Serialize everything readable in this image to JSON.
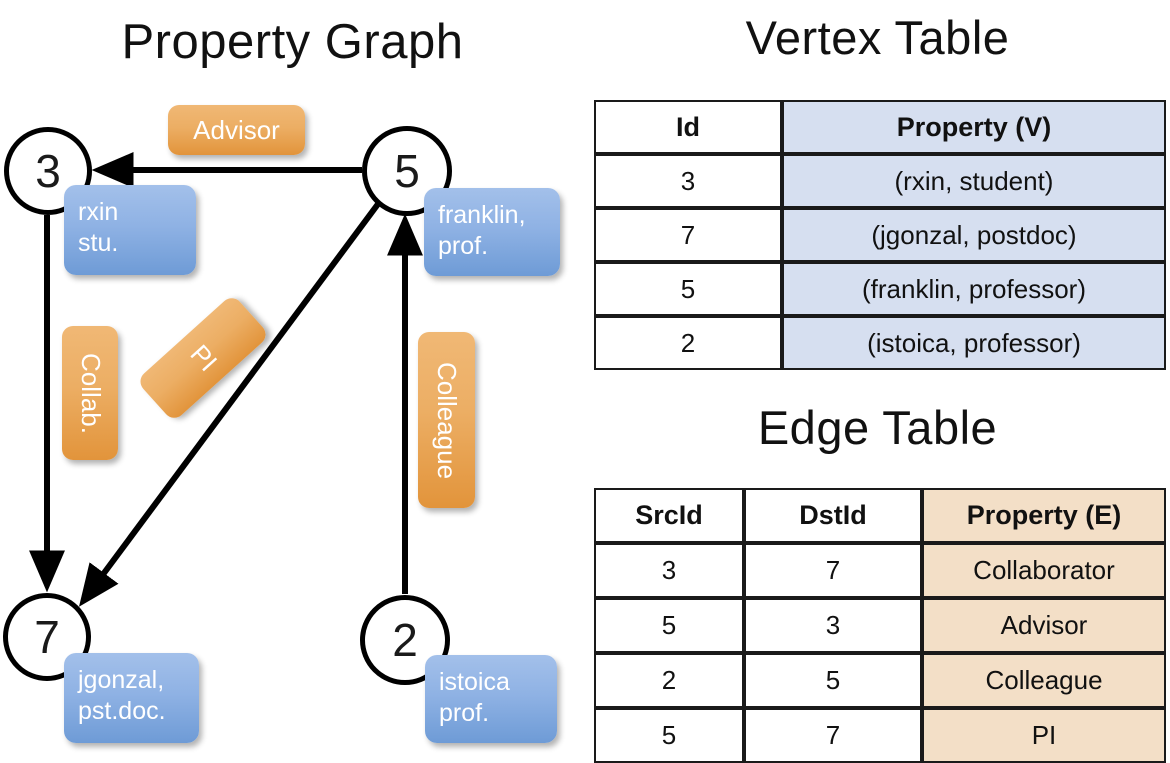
{
  "titles": {
    "property_graph": "Property Graph",
    "vertex_table": "Vertex Table",
    "edge_table": "Edge Table"
  },
  "graph": {
    "nodes": [
      {
        "id": "3",
        "label": "3",
        "property_lines": [
          "rxin",
          "stu."
        ]
      },
      {
        "id": "5",
        "label": "5",
        "property_lines": [
          "franklin,",
          "prof."
        ]
      },
      {
        "id": "7",
        "label": "7",
        "property_lines": [
          "jgonzal,",
          "pst.doc."
        ]
      },
      {
        "id": "2",
        "label": "2",
        "property_lines": [
          "istoica",
          "prof."
        ]
      }
    ],
    "edge_labels": [
      {
        "name": "advisor",
        "text": "Advisor",
        "orientation": "horizontal"
      },
      {
        "name": "collab",
        "text": "Collab.",
        "orientation": "vertical"
      },
      {
        "name": "pi",
        "text": "PI",
        "orientation": "rotated"
      },
      {
        "name": "colleague",
        "text": "Colleague",
        "orientation": "vertical"
      }
    ]
  },
  "vertex_table": {
    "headers": [
      "Id",
      "Property (V)"
    ],
    "rows": [
      {
        "id": "3",
        "property": "(rxin, student)"
      },
      {
        "id": "7",
        "property": "(jgonzal, postdoc)"
      },
      {
        "id": "5",
        "property": "(franklin, professor)"
      },
      {
        "id": "2",
        "property": "(istoica, professor)"
      }
    ]
  },
  "edge_table": {
    "headers": [
      "SrcId",
      "DstId",
      "Property (E)"
    ],
    "rows": [
      {
        "src": "3",
        "dst": "7",
        "property": "Collaborator"
      },
      {
        "src": "5",
        "dst": "3",
        "property": "Advisor"
      },
      {
        "src": "2",
        "dst": "5",
        "property": "Colleague"
      },
      {
        "src": "5",
        "dst": "7",
        "property": "PI"
      }
    ]
  },
  "colors": {
    "vertex_property_fill": "#d6dff0",
    "edge_property_fill": "#f3dfc7",
    "node_box_blue": "#6e9bd6",
    "edge_label_orange": "#e2943b",
    "stroke": "#1a1a1a"
  }
}
